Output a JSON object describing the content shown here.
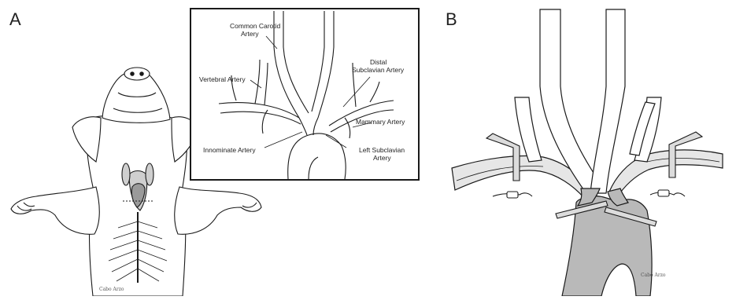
{
  "panels": [
    {
      "letter": "A"
    },
    {
      "letter": "B"
    }
  ],
  "inset_labels": {
    "common_carotid": [
      "Common Carotid",
      "Artery"
    ],
    "vertebral": "Vertebral Artery",
    "distal_subclavian": [
      "Distal",
      "Subclavian Artery"
    ],
    "mammary": "Mammary Artery",
    "innominate": "Innominate Artery",
    "left_subclavian": [
      "Left Subclavian",
      "Artery"
    ]
  },
  "signatures": [
    "Cabo Arzo",
    "Cabo Arzo"
  ],
  "colors": {
    "line": "#1a1a1a",
    "vessel_fill": "#ffffff",
    "aorta_fill_b": "#b9b9b9",
    "skin_fill": "#ffffff",
    "heart_fill": "#9a9a9a",
    "tissue_fill": "#cfcfcf"
  }
}
